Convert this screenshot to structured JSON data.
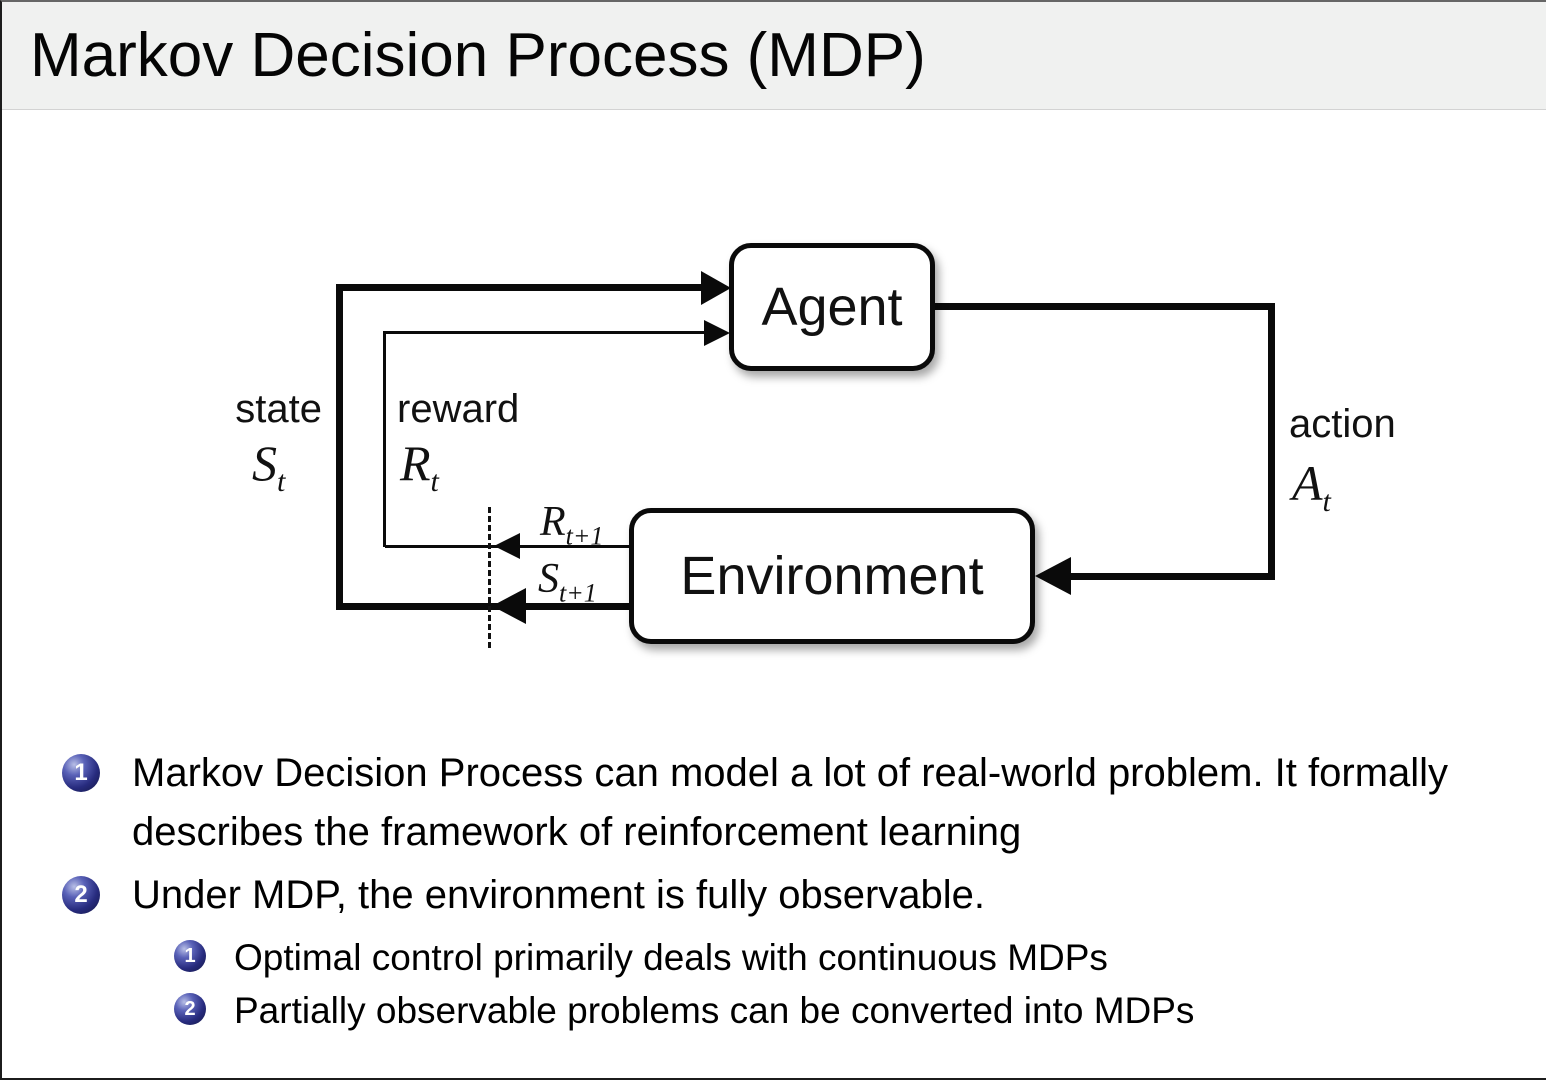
{
  "title": "Markov Decision Process (MDP)",
  "diagram": {
    "agent_label": "Agent",
    "environment_label": "Environment",
    "state_label": "state",
    "state_symbol": "S",
    "state_sub": "t",
    "reward_label": "reward",
    "reward_symbol": "R",
    "reward_sub": "t",
    "action_label": "action",
    "action_symbol": "A",
    "action_sub": "t",
    "next_reward_symbol": "R",
    "next_reward_sub": "t+1",
    "next_state_symbol": "S",
    "next_state_sub": "t+1"
  },
  "bullets": [
    {
      "number": "1",
      "text": "Markov Decision Process can model a lot of real-world problem. It formally describes the framework of reinforcement learning"
    },
    {
      "number": "2",
      "text": "Under MDP, the environment is fully observable.",
      "sub": [
        {
          "number": "1",
          "text": "Optimal control primarily deals with continuous MDPs"
        },
        {
          "number": "2",
          "text": "Partially observable problems can be converted into MDPs"
        }
      ]
    }
  ],
  "colors": {
    "title_bar_bg": "#f0f1f0",
    "bullet_ball": "#272b7e",
    "line_color": "#0a0a0a",
    "text": "#000000"
  }
}
